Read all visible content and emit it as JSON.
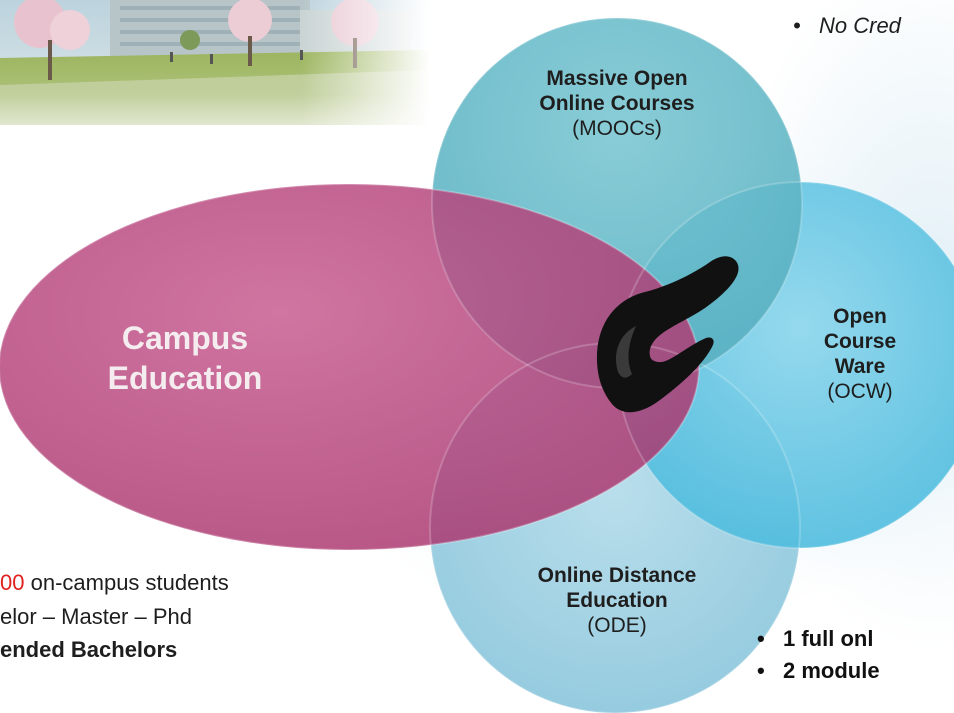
{
  "diagram": {
    "campus": {
      "line1": "Campus",
      "line2": "Education",
      "color": "#b8447c"
    },
    "moocs": {
      "line1": "Massive Open",
      "line2": "Online Courses",
      "sub": "(MOOCs)",
      "color": "#5db6c6"
    },
    "ocw": {
      "line1": "Open",
      "line2": "Course",
      "line3": "Ware",
      "sub": "(OCW)",
      "color": "#4fc3e2"
    },
    "ode": {
      "line1": "Online Distance",
      "line2": "Education",
      "sub": "(ODE)",
      "color": "#8fc9de"
    },
    "center_logo": "flame-logo"
  },
  "top_note": {
    "bullet": "•",
    "text": "No Cred"
  },
  "campus_notes": {
    "line1_number": "00",
    "line1_text": " on-campus students",
    "line2": "elor – Master – Phd",
    "line3": "ended Bachelors",
    "number_color": "#e0211d"
  },
  "ode_bullets": [
    {
      "bullet": "•",
      "text": "1 full onl"
    },
    {
      "bullet": "•",
      "text": "2 module"
    }
  ]
}
